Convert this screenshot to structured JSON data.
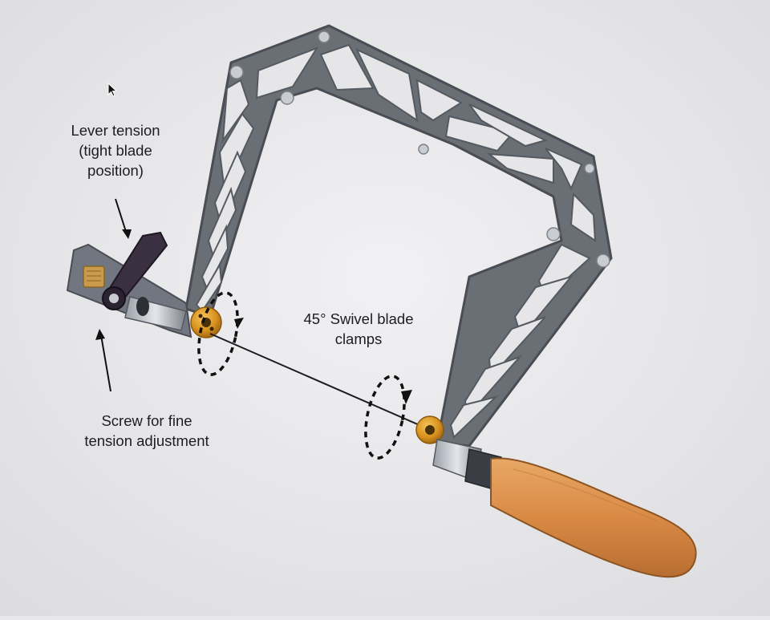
{
  "labels": {
    "lever_tension": [
      "Lever tension",
      "(tight blade",
      "position)"
    ],
    "swivel_clamps": [
      "45° Swivel blade",
      "clamps"
    ],
    "screw_adjustment": [
      "Screw for fine",
      "tension adjustment"
    ]
  },
  "colors": {
    "background": "#e7e7e9",
    "frame": "#6a6e75",
    "frame_edge": "#4a4d53",
    "brass": "#d9921f",
    "handle_wood": "#d98a45",
    "lever": "#3a3042",
    "text": "#1d1d1f"
  },
  "icons": {
    "cursor": "mouse-pointer-icon",
    "swivel": "rotation-arrow-icon"
  }
}
